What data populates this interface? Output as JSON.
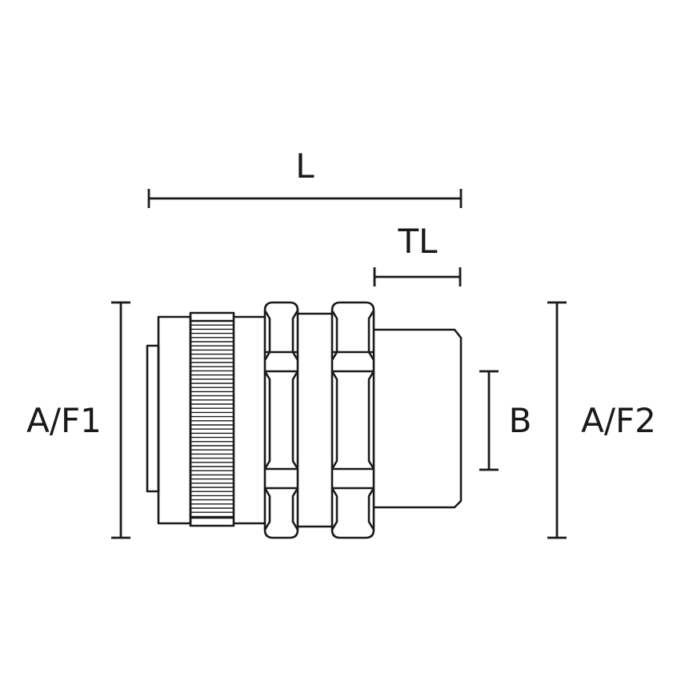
{
  "dimensions": {
    "length": "L",
    "thread_length": "TL",
    "across_flats_1": "A/F1",
    "bore": "B",
    "across_flats_2": "A/F2"
  },
  "colors": {
    "line": "#1a1a1a",
    "background": "#ffffff"
  }
}
